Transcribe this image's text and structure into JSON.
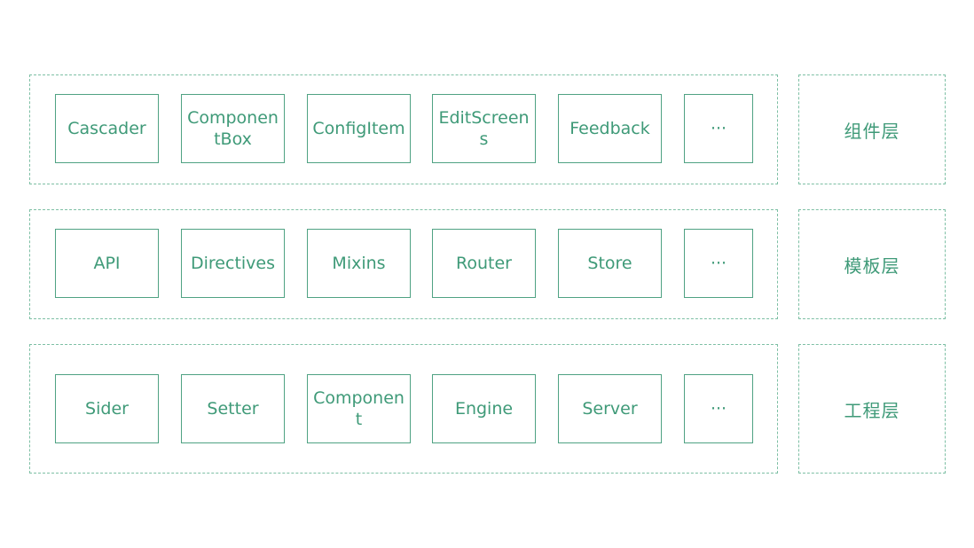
{
  "layers": [
    {
      "tag": "组件层",
      "items": [
        {
          "label": "Cascader"
        },
        {
          "label": "ComponentBox"
        },
        {
          "label": "ConfigItem"
        },
        {
          "label": "EditScreens"
        },
        {
          "label": "Feedback"
        },
        {
          "label": "···"
        }
      ]
    },
    {
      "tag": "模板层",
      "items": [
        {
          "label": "API"
        },
        {
          "label": "Directives"
        },
        {
          "label": "Mixins"
        },
        {
          "label": "Router"
        },
        {
          "label": "Store"
        },
        {
          "label": "···"
        }
      ]
    },
    {
      "tag": "工程层",
      "items": [
        {
          "label": "Sider"
        },
        {
          "label": "Setter"
        },
        {
          "label": "Component"
        },
        {
          "label": "Engine"
        },
        {
          "label": "Server"
        },
        {
          "label": "···"
        }
      ]
    }
  ],
  "colors": {
    "accent": "#3f9a78",
    "border": "#4fa283",
    "dashed": "#7dbfa4",
    "background": "#ffffff"
  }
}
